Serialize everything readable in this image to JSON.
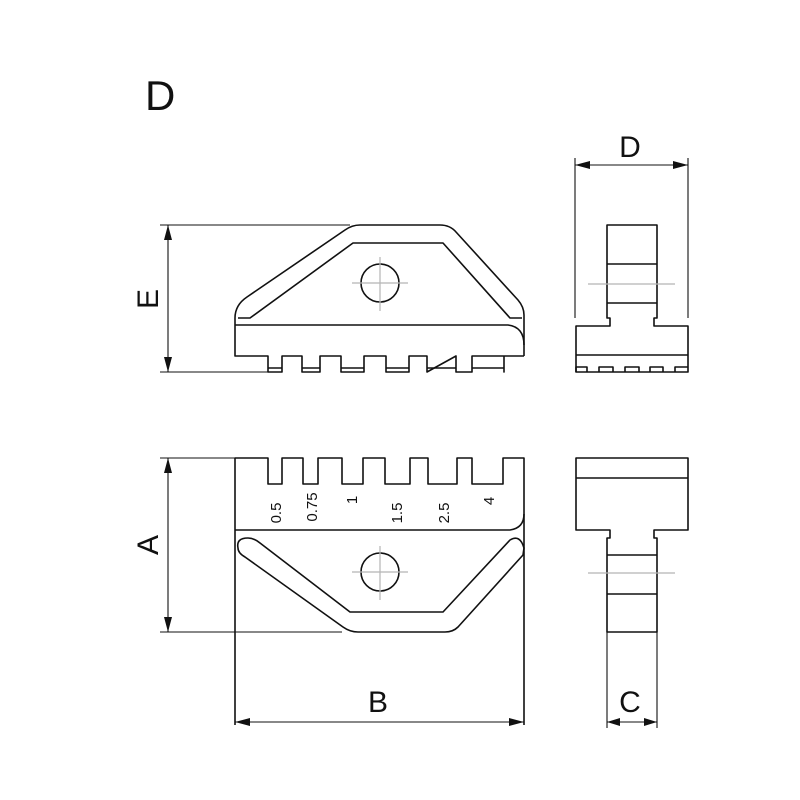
{
  "title": "D",
  "dimensions": {
    "a": "A",
    "b": "B",
    "c": "C",
    "d": "D",
    "e": "E"
  },
  "size_labels": [
    "0.5",
    "0.75",
    "1",
    "1.5",
    "2.5",
    "4"
  ],
  "colors": {
    "line": "#111111",
    "centerline": "#b5b5b5",
    "background": "#ffffff"
  }
}
